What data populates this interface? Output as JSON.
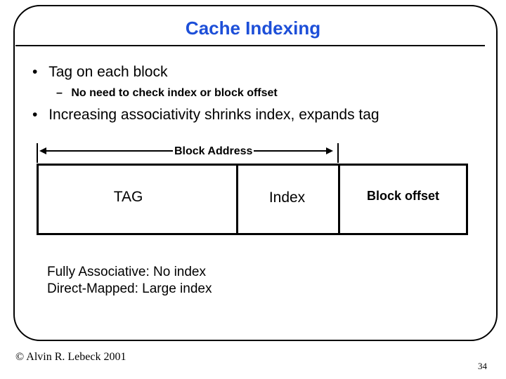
{
  "slide": {
    "title": "Cache Indexing",
    "bullets": [
      {
        "marker": "•",
        "text": "Tag on each block"
      },
      {
        "marker": "•",
        "text": "Increasing associativity shrinks index, expands tag"
      }
    ],
    "sub_bullet": {
      "marker": "–",
      "text": "No need to check index or block offset"
    }
  },
  "diagram": {
    "address_label": "Block Address",
    "fields": [
      {
        "label": "TAG"
      },
      {
        "label": "Index"
      },
      {
        "label": "Block offset"
      }
    ]
  },
  "notes": [
    "Fully Associative:  No index",
    "Direct-Mapped: Large index"
  ],
  "footer": {
    "copyright": "© Alvin R. Lebeck 2001",
    "page_number": "34"
  }
}
